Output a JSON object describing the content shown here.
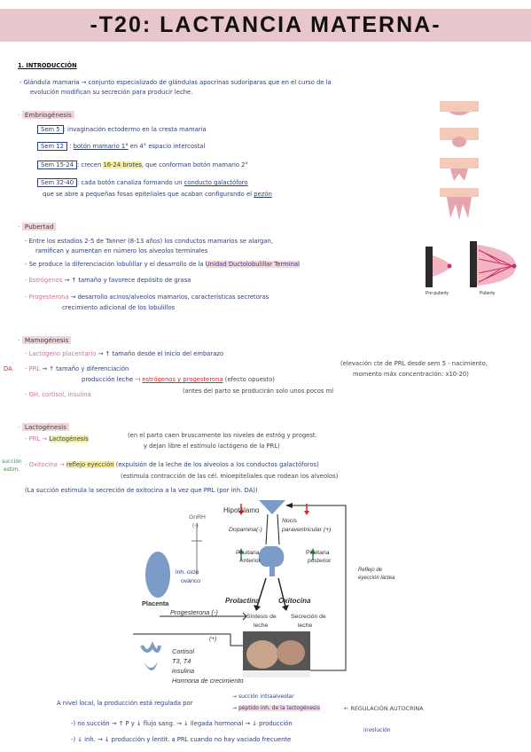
{
  "title": "-T20: LACTANCIA MATERNA-",
  "intro": {
    "heading": "1. INTRODUCCIÓN",
    "line1": "- Glándula mamaria → conjunto especializado de glándulas apocrinas sudoríparas que en el curso de la",
    "line2": "evolución modifican su secreción para producir leche."
  },
  "embriogenesis": {
    "heading": "Embriogénesis",
    "rows": [
      {
        "week": "Sem 5",
        "text": ": invaginación ectodermo en la cresta mamaria"
      },
      {
        "week": "Sem 12",
        "text_u": "botón mamario 1°",
        "text": " en 4° espacio intercostal"
      },
      {
        "week": "Sem 15-24",
        "text": ": crecen ",
        "hl": "16-24 brotes",
        "text2": ", que conforman botón mamario 2°"
      },
      {
        "week": "Sem 32-40",
        "text": ": cada botón canaliza formando un ",
        "u": "conducto galactóforo"
      },
      {
        "week": "",
        "text": "que se abre a pequeñas fosas epiteliales que acaban configurando el ",
        "u": "pezón"
      }
    ]
  },
  "pubertad": {
    "heading": "Pubertad",
    "lines": [
      "- Entre los estadios 2-5 de Tanner (8-13 años) los conductos mamarios se alargan,",
      "ramifican y aumentan en número los alveolos terminales",
      "- Se produce la diferenciación lobulillar y el desarrollo de la",
      "Unidad Ductolobulillar Terminal",
      "Estrógenos",
      "→ ↑ tamaño y favorece depósito de grasa",
      "Progesterona",
      "→ desarrollo acinos/alveolos mamarios, características secretoras",
      "crecimiento adicional de los lobulillos"
    ],
    "label_pre": "Pre-puberty",
    "label_post": "Puberty"
  },
  "mamogenesis": {
    "heading": "Mamogénesis",
    "l1a": "- Lactógeno placentario",
    "l1b": "→ ↑ tamaño desde el inicio del embarazo",
    "da": "DA",
    "l2a": "- PRL",
    "l2b": "→ ↑ tamaño y diferenciación",
    "l2c": "producción leche",
    "l2d": "estrógenos y progesterona",
    "l2e": "(efecto opuesto)",
    "note1": "(elevación cte de PRL desde sem 5 - nacimiento,",
    "note2": "momento máx concentración: x10-20)",
    "note3": "(antes del parto se producirán solo unos pocos ml",
    "l3": "- GH, cortisol, insulina"
  },
  "lactogenesis": {
    "heading": "Lactogénesis",
    "l1a": "- PRL →",
    "l1b": "Lactogénesis",
    "l1c": "(en el parto caen bruscamente los niveles de estróg y progest.",
    "l1d": "y dejan libre el estímulo lactógeno de la PRL)",
    "side1": "succión",
    "side2": "estim.",
    "l2a": "- Oxitocina →",
    "l2b": "reflejo eyección",
    "l2c": "(expulsión de la leche de los alveolos a los conductos galactóforos)",
    "l2d": "(estimula contracción de las cél. mioepiteliales que rodean los alveolos)",
    "l3": "(La succión estimula la secreción de oxitocina a la vez que PRL (por inh. DA))"
  },
  "diagram": {
    "hipotalamo": "Hipotálamo",
    "gnrh": "GnRH",
    "gnrh_sign": "(-)",
    "nocis": "Nocis",
    "paraventricular": "paraventricular (+)",
    "dopamina": "Dopamina(-)",
    "pituitaria_ant_1": "Pituitaria",
    "pituitaria_ant_2": "Anterior",
    "pituitaria_post_1": "Pituitaria",
    "pituitaria_post_2": "posterior",
    "inh_ciclo_1": "inh. ciclo",
    "inh_ciclo_2": "ovárico",
    "placenta": "Placenta",
    "prolactina": "Prolactina",
    "oxitocina": "Oxitocina",
    "progesterona": "Progesterona (-)",
    "sintesis_1": "Síntesis de",
    "sintesis_2": "leche",
    "secrecion_1": "Secreción de",
    "secrecion_2": "leche",
    "plus": "(+)",
    "cortisol": "Cortisol",
    "t3t4": "T3, T4",
    "insulina": "insulina",
    "hormona": "Hormona de crecimiento",
    "reflejo_1": "Reflejo de",
    "reflejo_2": "eyección láctea"
  },
  "bottom": {
    "l1a": "A nivel local, la producción está regulada por",
    "l1b": "succión intraalveolar",
    "l1c": "péptido inh. de la lactogénesis",
    "l1d": "← REGULACIÓN AUTOCRINA",
    "l2": "-) no succión → ↑ P y ↓ flujo sang. → ↓ llegada hormonal → ↓ producción",
    "l2b": "involución",
    "l3": "-) ↓ inh. → ↓ producción y lentit. a PRL cuando no hay vaciado frecuente"
  },
  "colors": {
    "banner": "#e7c6cc",
    "ink": "#2b3f7a",
    "accent": "#d86aa0",
    "red": "#d12b2b"
  }
}
